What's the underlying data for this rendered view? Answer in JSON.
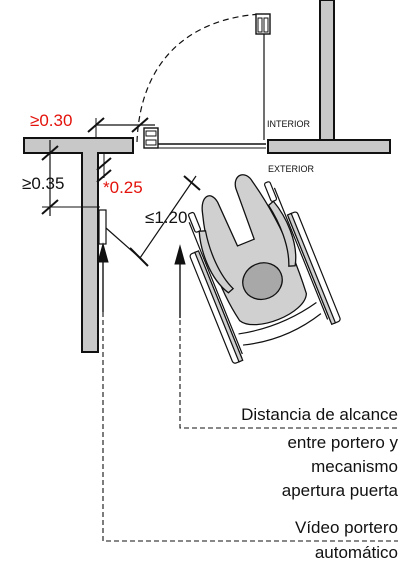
{
  "dimensions": {
    "d030": "≥0.30",
    "d035": "≥0.35",
    "d025": "*0.25",
    "d120": "≤1.20"
  },
  "zones": {
    "interior": "INTERIOR",
    "exterior": "EXTERIOR"
  },
  "callouts": {
    "reach_1": "Distancia de alcance",
    "reach_2": "entre portero y",
    "reach_3": "mecanismo",
    "reach_4": "apertura puerta",
    "video_1": "Vídeo portero",
    "video_2": "automático"
  },
  "colors": {
    "wall_fill": "#c8c8c8",
    "line": "#111111",
    "accent_red": "#e3120b",
    "wheelchair_fill": "#d0d0d0",
    "head_fill": "#a8a8a8"
  }
}
